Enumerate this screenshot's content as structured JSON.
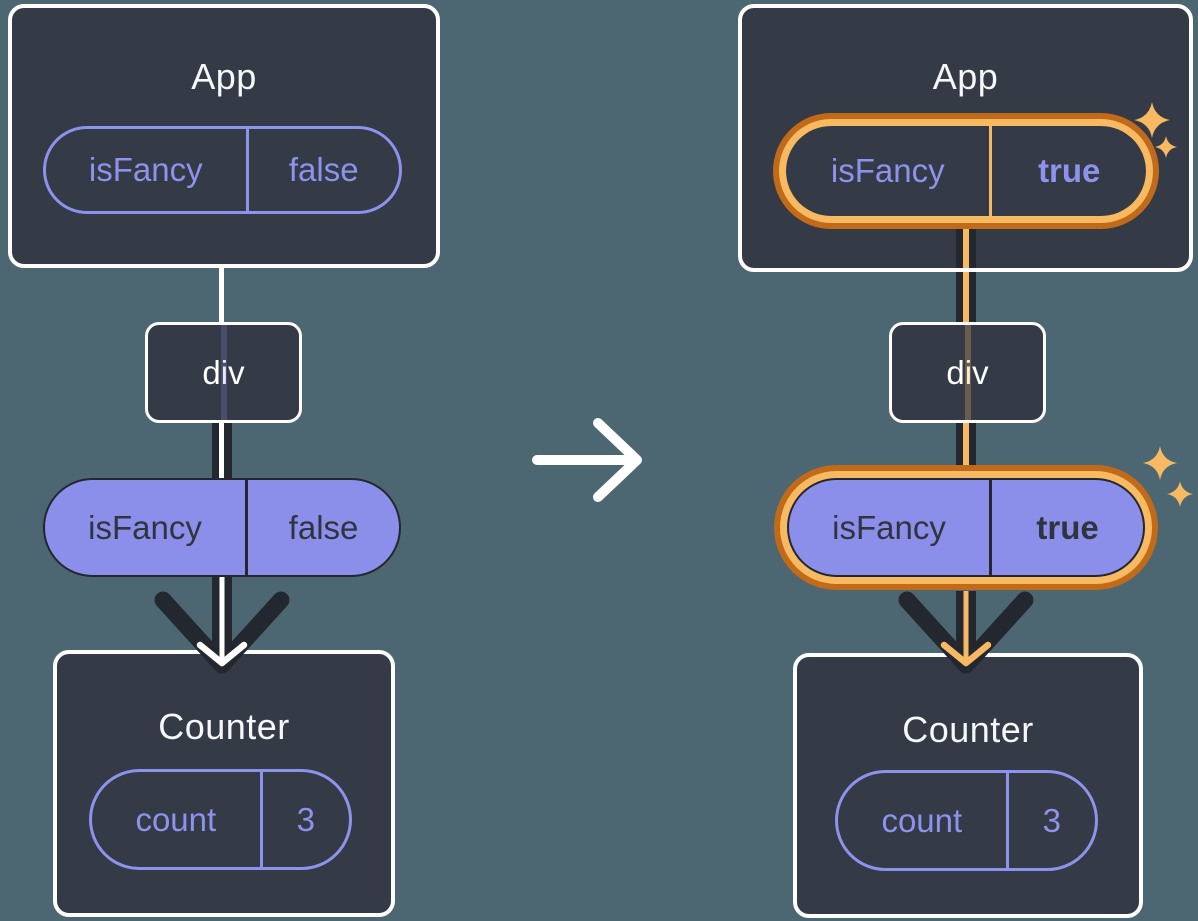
{
  "colors": {
    "background": "#4C6772",
    "card_bg": "#343A46",
    "card_border": "#FFFFFF",
    "purple": "#8D93EC",
    "purple_fill": "#8B8FEA",
    "dark": "#23272F",
    "dark_text": "#30343F",
    "white": "#FFFFFF",
    "orange_dark": "#C16A1A",
    "orange_light": "#F7B961",
    "title_text": "#F6F7F9"
  },
  "transition_icon": "arrow-right-icon",
  "before": {
    "app": {
      "title": "App",
      "prop": {
        "name": "isFancy",
        "value": "false"
      }
    },
    "div_label": "div",
    "passed_prop": {
      "name": "isFancy",
      "value": "false"
    },
    "counter": {
      "title": "Counter",
      "state": {
        "name": "count",
        "value": "3"
      }
    }
  },
  "after": {
    "app": {
      "title": "App",
      "prop": {
        "name": "isFancy",
        "value": "true"
      }
    },
    "div_label": "div",
    "passed_prop": {
      "name": "isFancy",
      "value": "true"
    },
    "counter": {
      "title": "Counter",
      "state": {
        "name": "count",
        "value": "3"
      }
    },
    "sparkles_icon": "sparkles-icon"
  }
}
